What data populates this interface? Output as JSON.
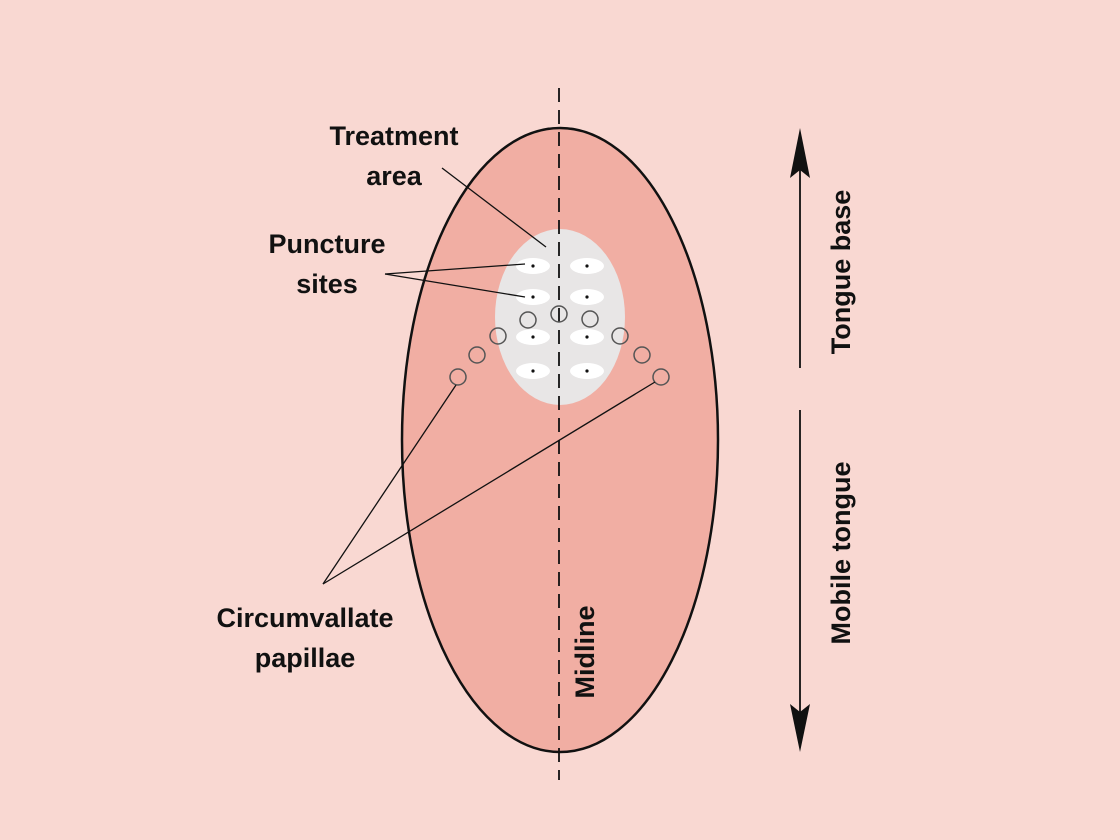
{
  "colors": {
    "background": "#f9d8d2",
    "tongue": "#f1aea3",
    "treatment_area": "#e8e6e6",
    "outline": "#111111"
  },
  "labels": {
    "treatment_area": [
      "Treatment",
      "area"
    ],
    "puncture_sites": [
      "Puncture",
      "sites"
    ],
    "circumvallate_papillae": [
      "Circumvallate",
      "papillae"
    ],
    "midline": "Midline",
    "tongue_base": "Tongue base",
    "mobile_tongue": "Mobile tongue"
  },
  "puncture_site_count": 8,
  "papillae_count": 9
}
